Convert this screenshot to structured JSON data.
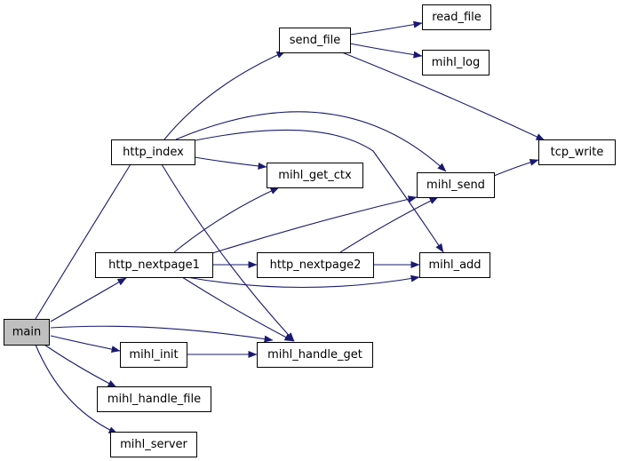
{
  "graph": {
    "colors": {
      "edge": "#191970",
      "node_fill": "#ffffff",
      "root_fill": "#bfbfbf",
      "border": "#000000"
    },
    "root": "main",
    "nodes": [
      {
        "id": "main",
        "label": "main"
      },
      {
        "id": "http_index",
        "label": "http_index"
      },
      {
        "id": "http_nextpage1",
        "label": "http_nextpage1"
      },
      {
        "id": "mihl_init",
        "label": "mihl_init"
      },
      {
        "id": "mihl_handle_file",
        "label": "mihl_handle_file"
      },
      {
        "id": "mihl_server",
        "label": "mihl_server"
      },
      {
        "id": "send_file",
        "label": "send_file"
      },
      {
        "id": "mihl_get_ctx",
        "label": "mihl_get_ctx"
      },
      {
        "id": "http_nextpage2",
        "label": "http_nextpage2"
      },
      {
        "id": "mihl_handle_get",
        "label": "mihl_handle_get"
      },
      {
        "id": "read_file",
        "label": "read_file"
      },
      {
        "id": "mihl_log",
        "label": "mihl_log"
      },
      {
        "id": "mihl_send",
        "label": "mihl_send"
      },
      {
        "id": "mihl_add",
        "label": "mihl_add"
      },
      {
        "id": "tcp_write",
        "label": "tcp_write"
      }
    ],
    "edges": [
      {
        "from": "main",
        "to": "http_index"
      },
      {
        "from": "main",
        "to": "http_nextpage1"
      },
      {
        "from": "main",
        "to": "mihl_handle_get"
      },
      {
        "from": "main",
        "to": "mihl_init"
      },
      {
        "from": "main",
        "to": "mihl_handle_file"
      },
      {
        "from": "main",
        "to": "mihl_server"
      },
      {
        "from": "http_index",
        "to": "send_file"
      },
      {
        "from": "http_index",
        "to": "mihl_send"
      },
      {
        "from": "http_index",
        "to": "mihl_add"
      },
      {
        "from": "http_index",
        "to": "mihl_get_ctx"
      },
      {
        "from": "http_index",
        "to": "mihl_handle_get"
      },
      {
        "from": "send_file",
        "to": "read_file"
      },
      {
        "from": "send_file",
        "to": "mihl_log"
      },
      {
        "from": "send_file",
        "to": "tcp_write"
      },
      {
        "from": "http_nextpage1",
        "to": "mihl_get_ctx"
      },
      {
        "from": "http_nextpage1",
        "to": "mihl_send"
      },
      {
        "from": "http_nextpage1",
        "to": "http_nextpage2"
      },
      {
        "from": "http_nextpage1",
        "to": "mihl_add"
      },
      {
        "from": "http_nextpage1",
        "to": "mihl_handle_get"
      },
      {
        "from": "http_nextpage2",
        "to": "mihl_send"
      },
      {
        "from": "http_nextpage2",
        "to": "mihl_add"
      },
      {
        "from": "mihl_send",
        "to": "tcp_write"
      },
      {
        "from": "mihl_init",
        "to": "mihl_handle_get"
      }
    ]
  }
}
